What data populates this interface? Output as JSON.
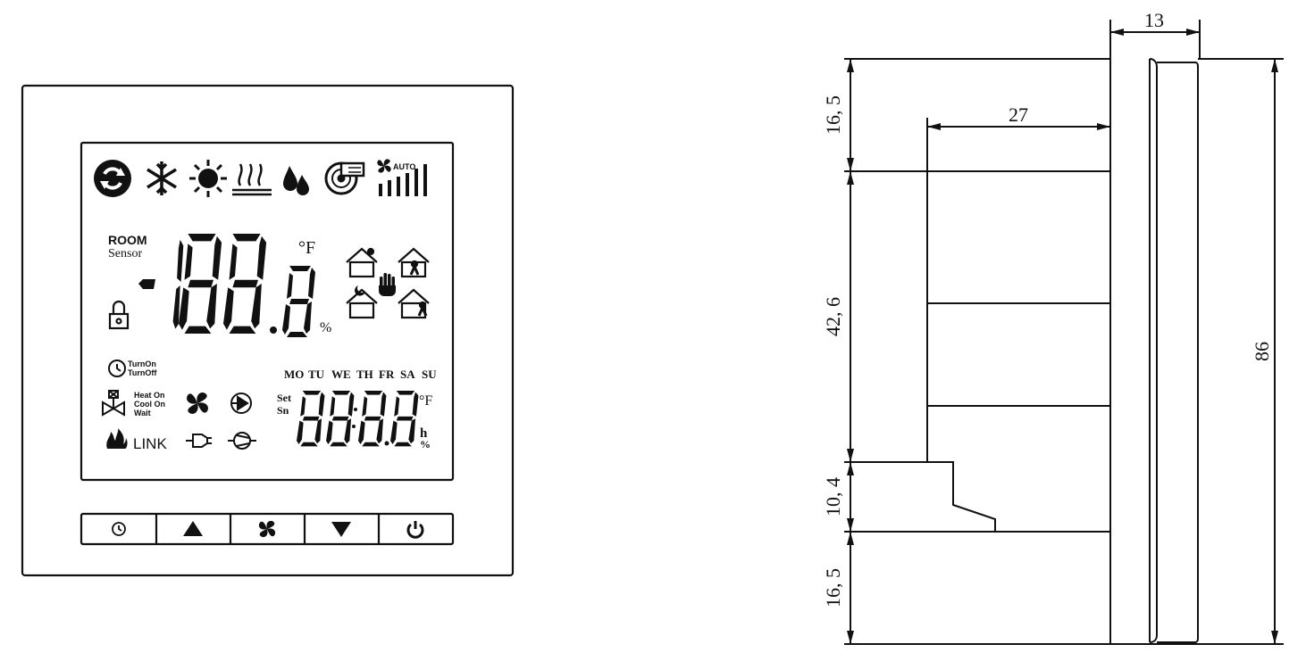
{
  "front": {
    "room_label": "ROOM",
    "sensor_label": "Sensor",
    "main_digits": "188",
    "main_small_digit": "8",
    "unit_deg": "°F",
    "unit_pct": "%",
    "fan_auto": "AUTO",
    "turn_on": "TurnOn",
    "turn_off": "TurnOff",
    "heat_on": "Heat On",
    "cool_on": "Cool On",
    "wait": "Wait",
    "link": "LINK",
    "days": [
      "MO",
      "TU",
      "WE",
      "TH",
      "FR",
      "SA",
      "SU"
    ],
    "set_label": "Set",
    "sn_label": "Sn",
    "small_digits": "8888",
    "small_unit_deg": "°F",
    "small_unit_h": "h",
    "small_unit_pct": "%"
  },
  "buttons": [
    {
      "name": "clock-button",
      "icon": "clock-icon"
    },
    {
      "name": "up-button",
      "icon": "up-triangle-icon"
    },
    {
      "name": "fan-button",
      "icon": "fan-icon"
    },
    {
      "name": "down-button",
      "icon": "down-triangle-icon"
    },
    {
      "name": "power-button",
      "icon": "power-icon"
    }
  ],
  "dimensions": {
    "top_width": "13",
    "depth": "27",
    "seg_a": "16, 5",
    "seg_b": "42, 6",
    "seg_c": "10, 4",
    "seg_d": "16, 5",
    "total_height": "86"
  }
}
